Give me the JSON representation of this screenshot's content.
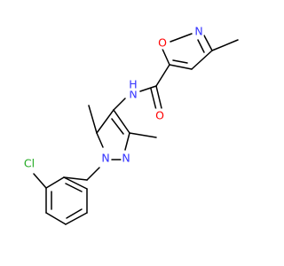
{
  "molecule": {
    "colors": {
      "bond": "#000000",
      "N": "#3333ff",
      "O": "#ff0000",
      "Cl": "#22aa22"
    },
    "labels": {
      "O_isoxazole": "O",
      "N_isoxazole": "N",
      "NH_amide": "N",
      "H_amide": "H",
      "O_carbonyl": "O",
      "N1_pyrazole": "N",
      "N2_pyrazole": "N",
      "Cl": "Cl"
    }
  }
}
